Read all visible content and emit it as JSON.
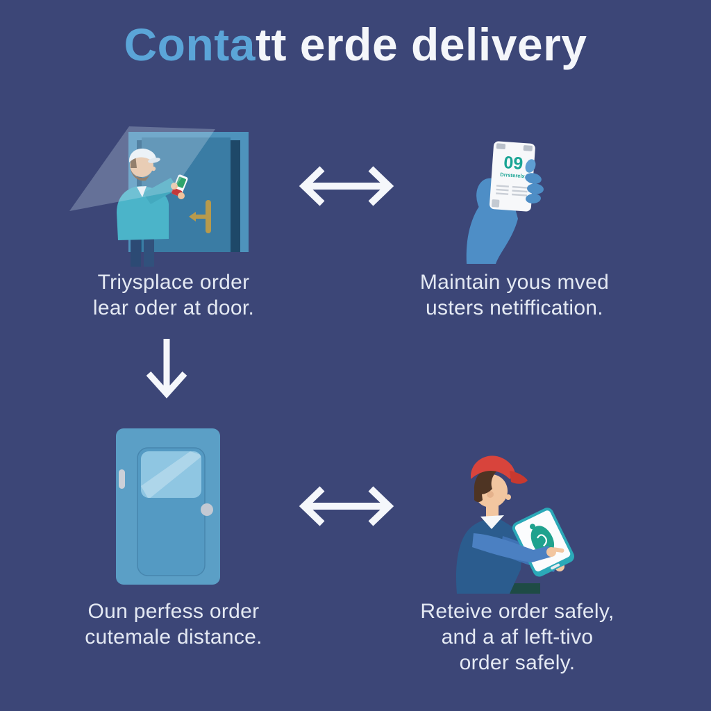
{
  "title": {
    "accent": "Conta",
    "rest": "tt erde delivery"
  },
  "steps": {
    "top_left": {
      "caption": [
        "Triysplace order",
        "lear oder at door."
      ]
    },
    "top_right": {
      "caption": [
        "Maintain yous mved",
        "usters netiffication."
      ]
    },
    "bottom_left": {
      "caption": [
        "Oun perfess order",
        "cutemale distance."
      ]
    },
    "bottom_right": {
      "caption": [
        "Reteive order safely,",
        "and a af left-tivo",
        "order safely."
      ]
    }
  },
  "phone": {
    "logo": "09",
    "brand": "Drrsterelx"
  },
  "colors": {
    "background": "#3c4677",
    "title_accent": "#5ba5d8",
    "title_text": "#f4f6fa",
    "caption_text": "#e4e9f3",
    "arrow": "#f5f7fb",
    "teal": "#19a494",
    "hand_blue": "#4e8ec6",
    "door_frame": "#4e93bc",
    "door_slab": "#3a7ca4",
    "door_dark": "#1e4868",
    "gold": "#b79a4c",
    "jacket_teal": "#4bb4c9",
    "pants_navy": "#2c4a74",
    "skin": "#f0c49e",
    "hair_brown": "#7b5a3a",
    "cap_white": "#f5f7f9",
    "cap_red": "#d8443c",
    "vest_navy": "#2b5c8e",
    "sleeve_blue": "#4b80c2",
    "hair_dark": "#4e3423",
    "pants_green": "#1e4b45",
    "skin2": "#f2c6a0",
    "phone_green": "#2fa46b",
    "phone_red": "#c4393b",
    "door2_body": "#5b9fc6"
  }
}
